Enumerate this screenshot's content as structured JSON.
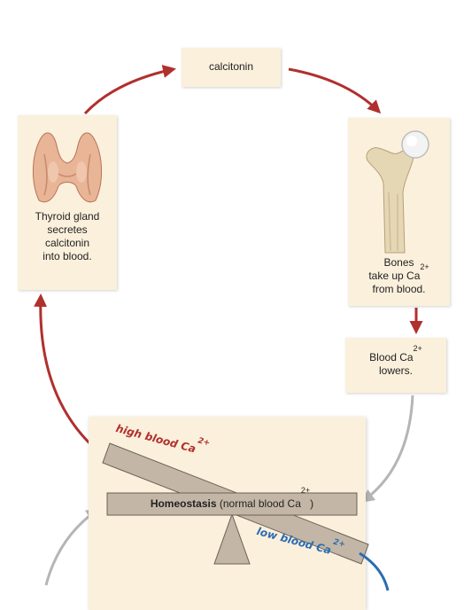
{
  "steps": {
    "hormone": "calcitonin",
    "thyroid": [
      "Thyroid gland",
      "secretes",
      "calcitonin",
      "into blood."
    ],
    "bones": [
      "Bones",
      "take up Ca",
      "from blood."
    ],
    "blood": [
      "Blood Ca",
      "lowers."
    ]
  },
  "ion_charge": "2+",
  "homeostasis": {
    "title": "Homeostasis",
    "detail_open": " (normal blood Ca",
    "detail_close": ")"
  },
  "seesaw": {
    "high_label": "high blood Ca",
    "low_label": "low blood Ca"
  },
  "colors": {
    "red_arrow": "#b0302e",
    "gray_arrow": "#b5b5b5",
    "blue_arrow": "#2a6db3",
    "box_fill": "#fbf0dc",
    "beam_fill": "#c4b6a6"
  }
}
